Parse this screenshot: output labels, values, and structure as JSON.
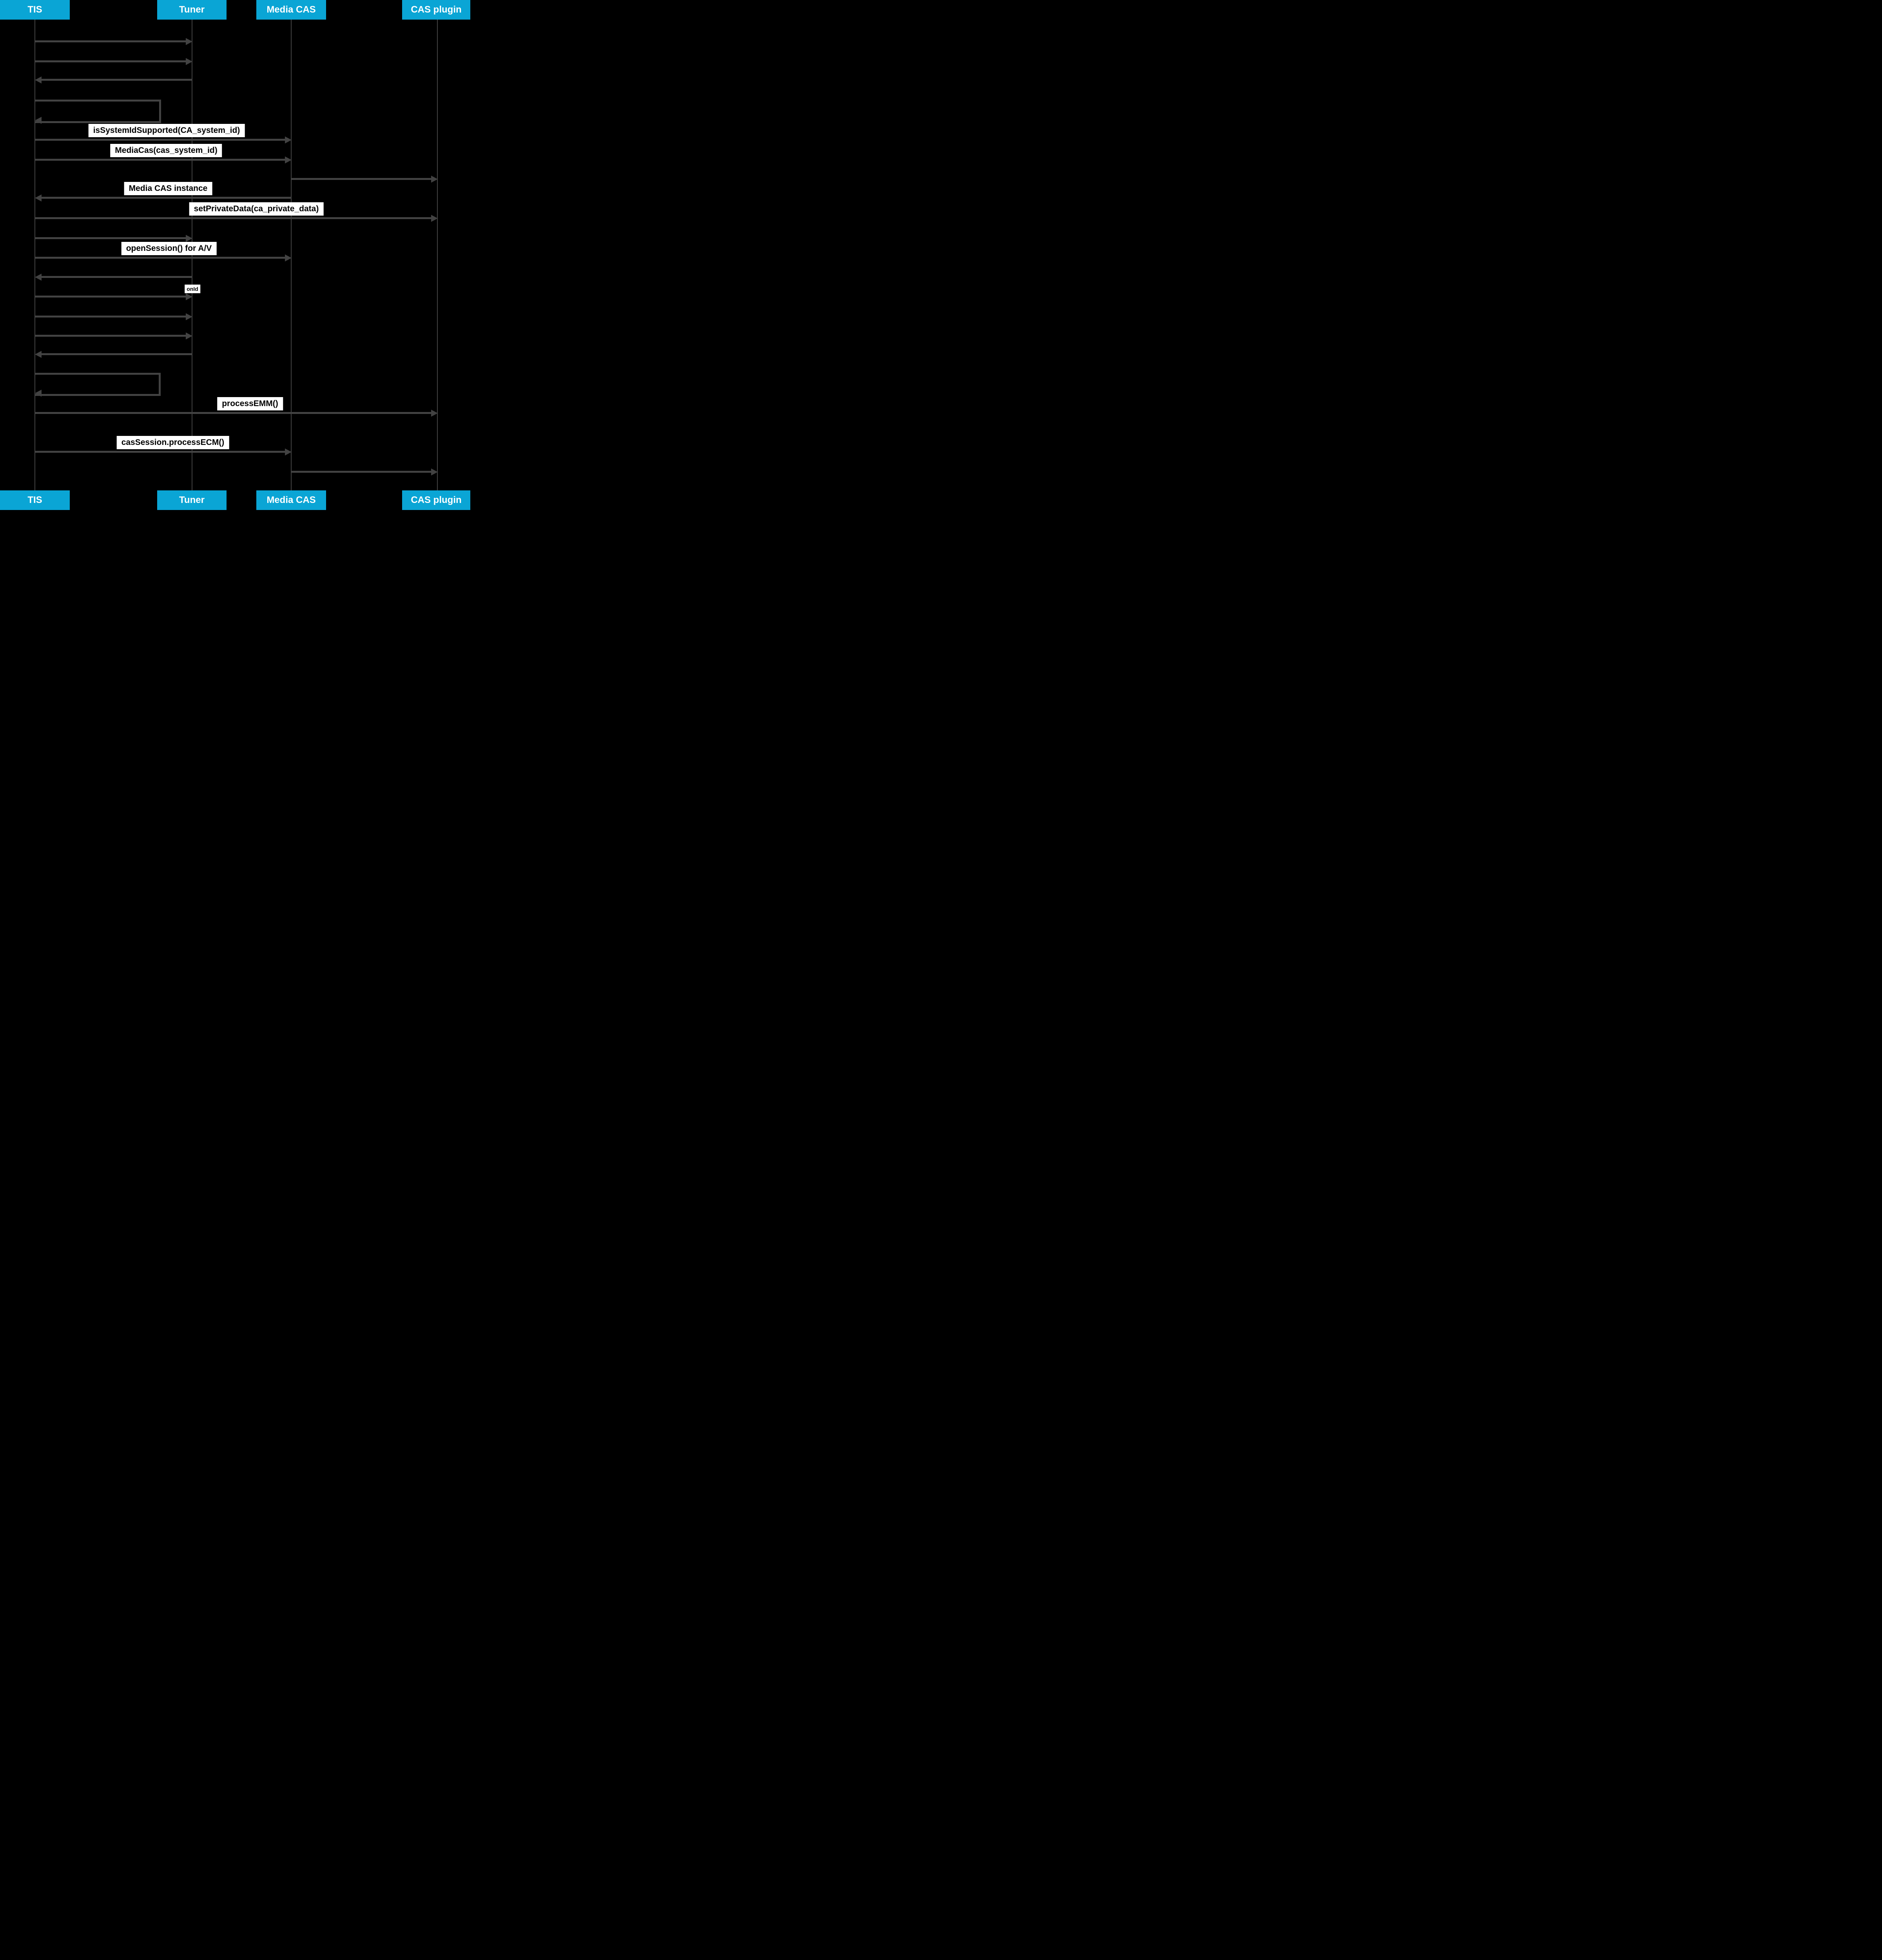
{
  "diagram": {
    "type": "sequence",
    "background_color": "#000000",
    "participant_color": "#0aa5d5",
    "participant_text_color": "#ffffff",
    "line_color": "#424242",
    "label_bg": "#ffffff",
    "label_text_color": "#000000",
    "participants": [
      {
        "id": "tis",
        "label": "TIS"
      },
      {
        "id": "tuner",
        "label": "Tuner"
      },
      {
        "id": "mediacas",
        "label": "Media CAS"
      },
      {
        "id": "casplugin",
        "label": "CAS plugin"
      }
    ],
    "messages": [
      {
        "from": "tis",
        "to": "tuner",
        "label": ""
      },
      {
        "from": "tis",
        "to": "tuner",
        "label": ""
      },
      {
        "from": "tuner",
        "to": "tis",
        "label": ""
      },
      {
        "self": "tis",
        "label": ""
      },
      {
        "from": "tis",
        "to": "mediacas",
        "label": "isSystemIdSupported(CA_system_id)"
      },
      {
        "from": "tis",
        "to": "mediacas",
        "label": "MediaCas(cas_system_id)"
      },
      {
        "from": "mediacas",
        "to": "casplugin",
        "label": ""
      },
      {
        "from": "mediacas",
        "to": "tis",
        "label": "Media CAS instance"
      },
      {
        "from": "tis",
        "to": "casplugin",
        "label": "setPrivateData(ca_private_data)"
      },
      {
        "from": "tis",
        "to": "tuner",
        "label": ""
      },
      {
        "from": "tis",
        "to": "mediacas",
        "label": "openSession() for A/V"
      },
      {
        "from": "tuner",
        "to": "tis",
        "label": ""
      },
      {
        "from": "tis",
        "to": "tuner",
        "label": "onId",
        "small": true
      },
      {
        "from": "tis",
        "to": "tuner",
        "label": ""
      },
      {
        "from": "tis",
        "to": "tuner",
        "label": ""
      },
      {
        "from": "tuner",
        "to": "tis",
        "label": ""
      },
      {
        "self": "tis",
        "label": ""
      },
      {
        "from": "tis",
        "to": "casplugin",
        "label": "processEMM()"
      },
      {
        "from": "tis",
        "to": "mediacas",
        "label": "casSession.processECM()"
      },
      {
        "from": "mediacas",
        "to": "casplugin",
        "label": ""
      }
    ]
  }
}
